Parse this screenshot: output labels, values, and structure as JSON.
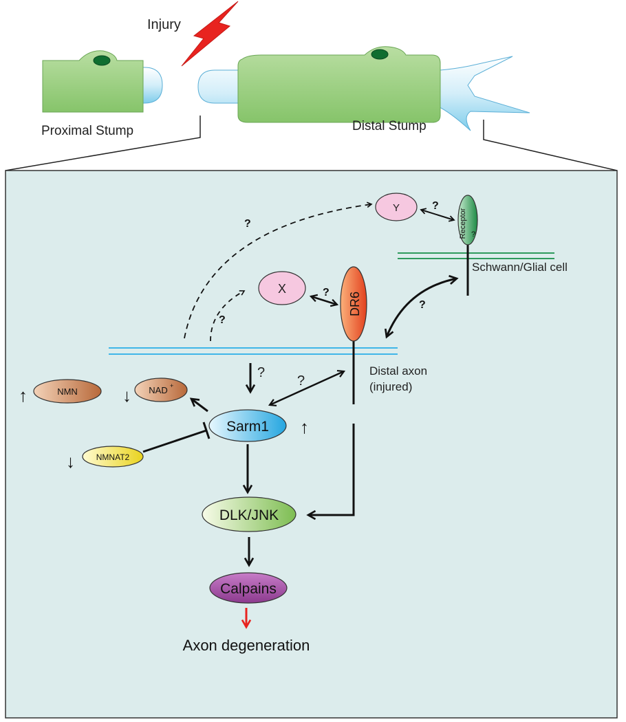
{
  "labels": {
    "injury": "Injury",
    "proximal_stump": "Proximal Stump",
    "distal_stump": "Distal Stump",
    "schwann_glial": "Schwann/Glial cell",
    "distal_axon_line1": "Distal axon",
    "distal_axon_line2": "(injured)",
    "axon_degeneration": "Axon degeneration"
  },
  "nodes": {
    "x": "X",
    "y": "Y",
    "dr6": "DR6",
    "receptor": "Receptor",
    "receptor_q": "?",
    "sarm1": "Sarm1",
    "nmn": "NMN",
    "nad": "NAD",
    "nad_sup": "+",
    "nmnat2": "NMNAT2",
    "dlk_jnk": "DLK/JNK",
    "calpains": "Calpains"
  },
  "unknowns": {
    "q_y_dashed": "?",
    "q_y_receptor": "?",
    "q_x_dashed": "?",
    "q_x_dr6": "?",
    "q_glial_axon": "?",
    "q_down_sarm1": "?",
    "q_sarm1_dr6": "?"
  },
  "arrows": {
    "nmn_level": "↑",
    "nad_level": "↓",
    "nmnat2_level": "↓",
    "sarm1_level": "↑"
  },
  "colors": {
    "panel_bg": "#dcecec",
    "axon_membrane": "#3fb6e8",
    "glial_membrane": "#2e9a5c",
    "schwann_green": "#9fd08a",
    "axon_blue": "#bfe5f5",
    "injury_red": "#e8231f",
    "degeneration_arrow": "#e8231f"
  }
}
